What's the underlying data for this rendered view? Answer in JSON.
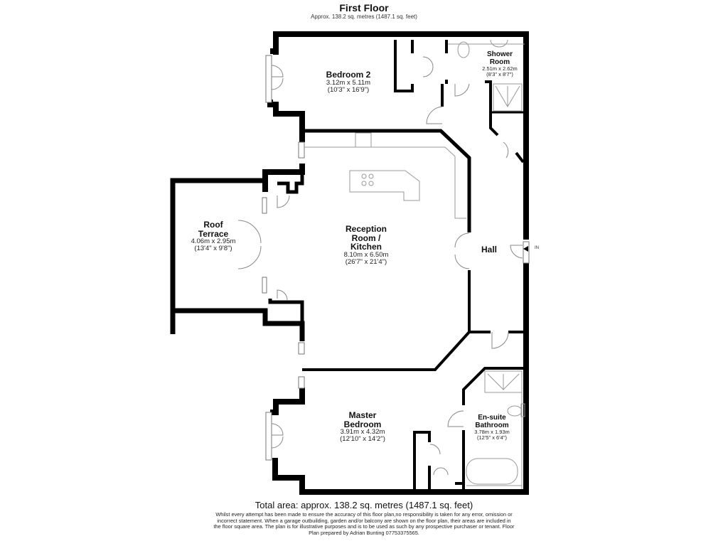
{
  "header": {
    "title": "First Floor",
    "subtitle": "Approx. 138.2 sq. metres (1487.1 sq. feet)"
  },
  "rooms": [
    {
      "id": "bedroom-2",
      "name": "Bedroom 2",
      "metric": "3.12m x 5.11m",
      "imperial": "(10'3\" x 16'9\")"
    },
    {
      "id": "shower-room",
      "name_line1": "Shower",
      "name_line2": "Room",
      "metric": "2.51m x 2.62m",
      "imperial": "(8'3\" x 8'7\")"
    },
    {
      "id": "roof-terrace",
      "name_line1": "Roof",
      "name_line2": "Terrace",
      "metric": "4.06m x 2.95m",
      "imperial": "(13'4\" x 9'8\")"
    },
    {
      "id": "reception-kitchen",
      "name_line1": "Reception",
      "name_line2": "Room /",
      "name_line3": "Kitchen",
      "metric": "8.10m x 6.50m",
      "imperial": "(26'7\" x 21'4\")"
    },
    {
      "id": "hall",
      "name": "Hall"
    },
    {
      "id": "master-bedroom",
      "name_line1": "Master",
      "name_line2": "Bedroom",
      "metric": "3.91m x 4.32m",
      "imperial": "(12'10\" x 14'2\")"
    },
    {
      "id": "en-suite",
      "name_line1": "En-suite",
      "name_line2": "Bathroom",
      "metric": "3.78m x 1.93m",
      "imperial": "(12'5\" x 6'4\")"
    }
  ],
  "entrance": {
    "label": "IN"
  },
  "footer": {
    "total": "Total area: approx. 138.2 sq. metres (1487.1 sq. feet)",
    "disclaimer": "Whilst every attempt has been made to ensure the accuracy of this floor plan,no responsibility is taken for any error, omission or incorrect statement. When a garage outbuilding, garden and/or balcony are shown on the floor plan, their areas are included in the floor square area. The plan is for illustrative purposes and is to be used as such by any prospective purchaser or tenant. Floor Plan prepared by Adrian Bunting 07753375565."
  },
  "colors": {
    "wall": "#000000",
    "fixture": "#888888",
    "background": "#ffffff"
  }
}
